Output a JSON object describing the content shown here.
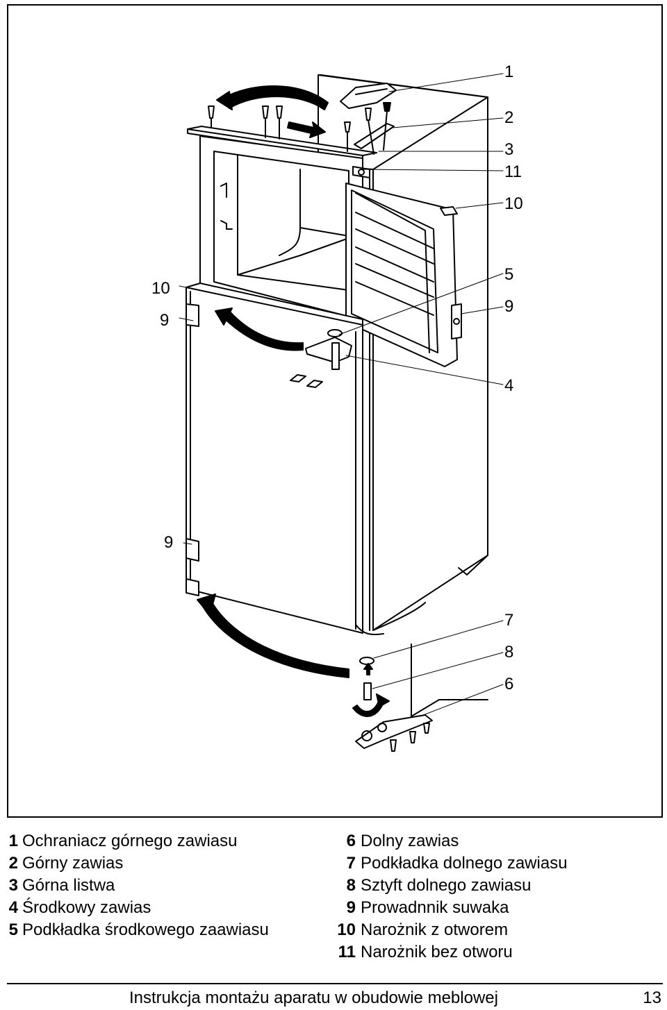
{
  "callouts": {
    "c1": "1",
    "c2": "2",
    "c3": "3",
    "c11": "11",
    "c10_right": "10",
    "c5": "5",
    "c9_right": "9",
    "c4": "4",
    "c10_left": "10",
    "c9_left_upper": "9",
    "c9_left_lower": "9",
    "c7": "7",
    "c8": "8",
    "c6": "6"
  },
  "legend": {
    "left": [
      {
        "num": "1",
        "text": "Ochraniacz górnego zawiasu"
      },
      {
        "num": "2",
        "text": "Górny zawias"
      },
      {
        "num": "3",
        "text": "Górna listwa"
      },
      {
        "num": "4",
        "text": "Środkowy zawias"
      },
      {
        "num": "5",
        "text": "Podkładka środkowego zaawiasu"
      }
    ],
    "right": [
      {
        "num": "6",
        "text": "Dolny zawias"
      },
      {
        "num": "7",
        "text": "Podkładka dolnego zawiasu"
      },
      {
        "num": "8",
        "text": "Sztyft dolnego zawiasu"
      },
      {
        "num": "9",
        "text": "Prowadnnik suwaka"
      },
      {
        "num": "10",
        "text": "Narożnik z otworem"
      },
      {
        "num": "11",
        "text": "Narożnik bez otworu"
      }
    ]
  },
  "footer": {
    "title": "Instrukcja montażu aparatu w obudowie meblowej",
    "page_number": "13"
  }
}
